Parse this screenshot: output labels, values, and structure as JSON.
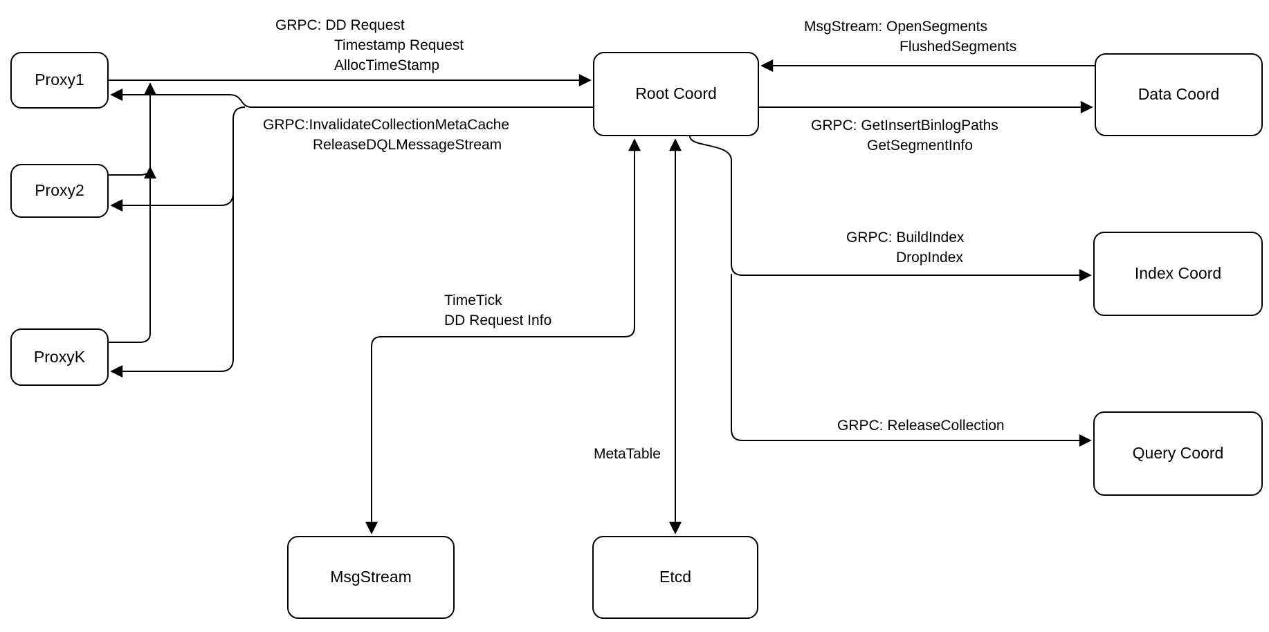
{
  "diagram_type": "architecture-diagram",
  "nodes": [
    {
      "id": "proxy1",
      "label": "Proxy1"
    },
    {
      "id": "proxy2",
      "label": "Proxy2"
    },
    {
      "id": "proxyk",
      "label": "ProxyK"
    },
    {
      "id": "root",
      "label": "Root Coord"
    },
    {
      "id": "data",
      "label": "Data Coord"
    },
    {
      "id": "index",
      "label": "Index Coord"
    },
    {
      "id": "query",
      "label": "Query Coord"
    },
    {
      "id": "msgstream",
      "label": "MsgStream"
    },
    {
      "id": "etcd",
      "label": "Etcd"
    }
  ],
  "edges": [
    {
      "id": "proxies-to-root",
      "from": "Proxy1/Proxy2/ProxyK",
      "to": "Root Coord",
      "arrow": "to",
      "label_lines": [
        "GRPC: DD Request",
        "Timestamp Request",
        "AllocTimeStamp"
      ]
    },
    {
      "id": "root-to-proxies",
      "from": "Root Coord",
      "to": "Proxy1/Proxy2/ProxyK",
      "arrow": "to",
      "label_lines": [
        "GRPC:InvalidateCollectionMetaCache",
        "ReleaseDQLMessageStream"
      ]
    },
    {
      "id": "data-to-root",
      "from": "Data Coord",
      "to": "Root Coord",
      "arrow": "to",
      "label_lines": [
        "MsgStream: OpenSegments",
        "FlushedSegments"
      ]
    },
    {
      "id": "root-to-data",
      "from": "Root Coord",
      "to": "Data Coord",
      "arrow": "to",
      "label_lines": [
        "GRPC: GetInsertBinlogPaths",
        "GetSegmentInfo"
      ]
    },
    {
      "id": "root-to-index",
      "from": "Root Coord",
      "to": "Index Coord",
      "arrow": "to",
      "label_lines": [
        "GRPC: BuildIndex",
        "DropIndex"
      ]
    },
    {
      "id": "root-to-query",
      "from": "Root Coord",
      "to": "Query Coord",
      "arrow": "to",
      "label_lines": [
        "GRPC: ReleaseCollection"
      ]
    },
    {
      "id": "root-msgstream",
      "from": "Root Coord",
      "to": "MsgStream",
      "arrow": "both",
      "label_lines": [
        "TimeTick",
        "DD Request Info"
      ]
    },
    {
      "id": "root-etcd",
      "from": "Root Coord",
      "to": "Etcd",
      "arrow": "both",
      "label_lines": [
        "MetaTable"
      ]
    }
  ],
  "colors": {
    "line": "#000000",
    "node_fill": "#ffffff",
    "background": "#ffffff"
  }
}
